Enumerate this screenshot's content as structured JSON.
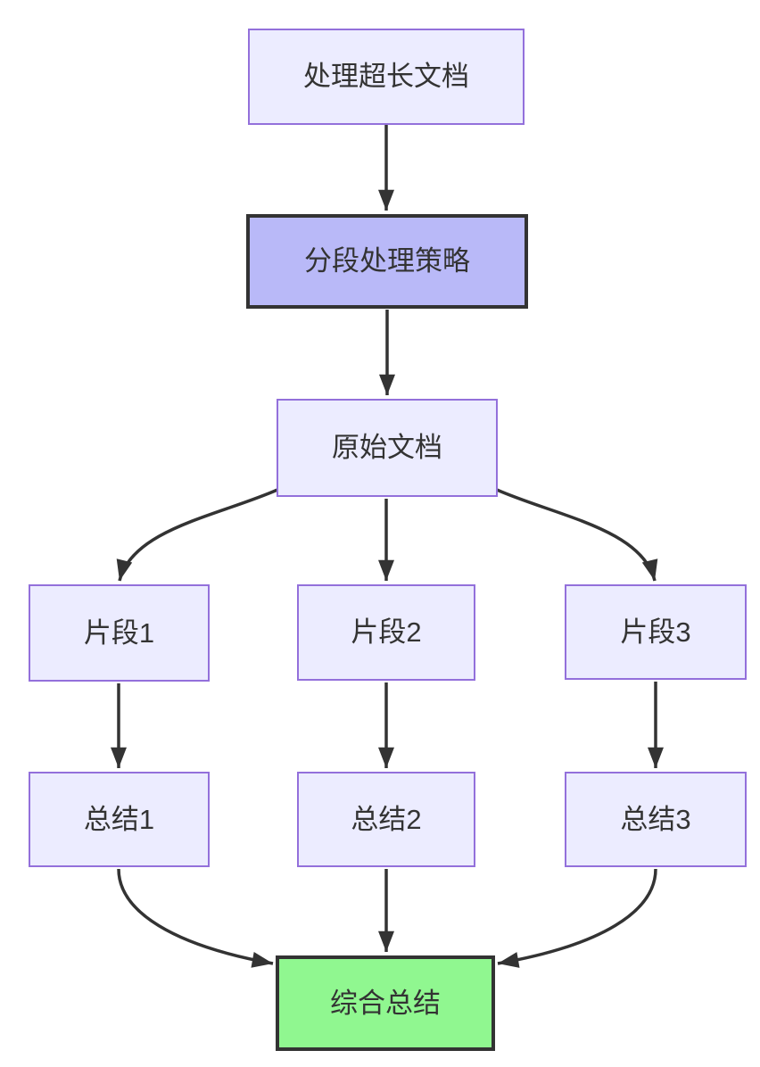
{
  "diagram": {
    "type": "flowchart",
    "direction": "top-down",
    "nodes": [
      {
        "id": "A",
        "label": "处理超长文档",
        "style": "default"
      },
      {
        "id": "B",
        "label": "分段处理策略",
        "style": "emphasis"
      },
      {
        "id": "C",
        "label": "原始文档",
        "style": "default"
      },
      {
        "id": "D",
        "label": "片段1",
        "style": "default"
      },
      {
        "id": "E",
        "label": "片段2",
        "style": "default"
      },
      {
        "id": "F",
        "label": "片段3",
        "style": "default"
      },
      {
        "id": "G",
        "label": "总结1",
        "style": "default"
      },
      {
        "id": "H",
        "label": "总结2",
        "style": "default"
      },
      {
        "id": "I",
        "label": "总结3",
        "style": "default"
      },
      {
        "id": "J",
        "label": "综合总结",
        "style": "result"
      }
    ],
    "edges": [
      {
        "from": "处理超长文档",
        "to": "分段处理策略"
      },
      {
        "from": "分段处理策略",
        "to": "原始文档"
      },
      {
        "from": "原始文档",
        "to": "片段1"
      },
      {
        "from": "原始文档",
        "to": "片段2"
      },
      {
        "from": "原始文档",
        "to": "片段3"
      },
      {
        "from": "片段1",
        "to": "总结1"
      },
      {
        "from": "片段2",
        "to": "总结2"
      },
      {
        "from": "片段3",
        "to": "总结3"
      },
      {
        "from": "总结1",
        "to": "综合总结"
      },
      {
        "from": "总结2",
        "to": "综合总结"
      },
      {
        "from": "总结3",
        "to": "综合总结"
      }
    ],
    "colors": {
      "node_fill": "#ECECFF",
      "node_border": "#9370DB",
      "emphasis_fill": "#B9B9F8",
      "emphasis_border": "#333333",
      "result_fill": "#90F790",
      "result_border": "#333333",
      "edge": "#333333",
      "text": "#333333",
      "background": "#FFFFFF"
    }
  }
}
